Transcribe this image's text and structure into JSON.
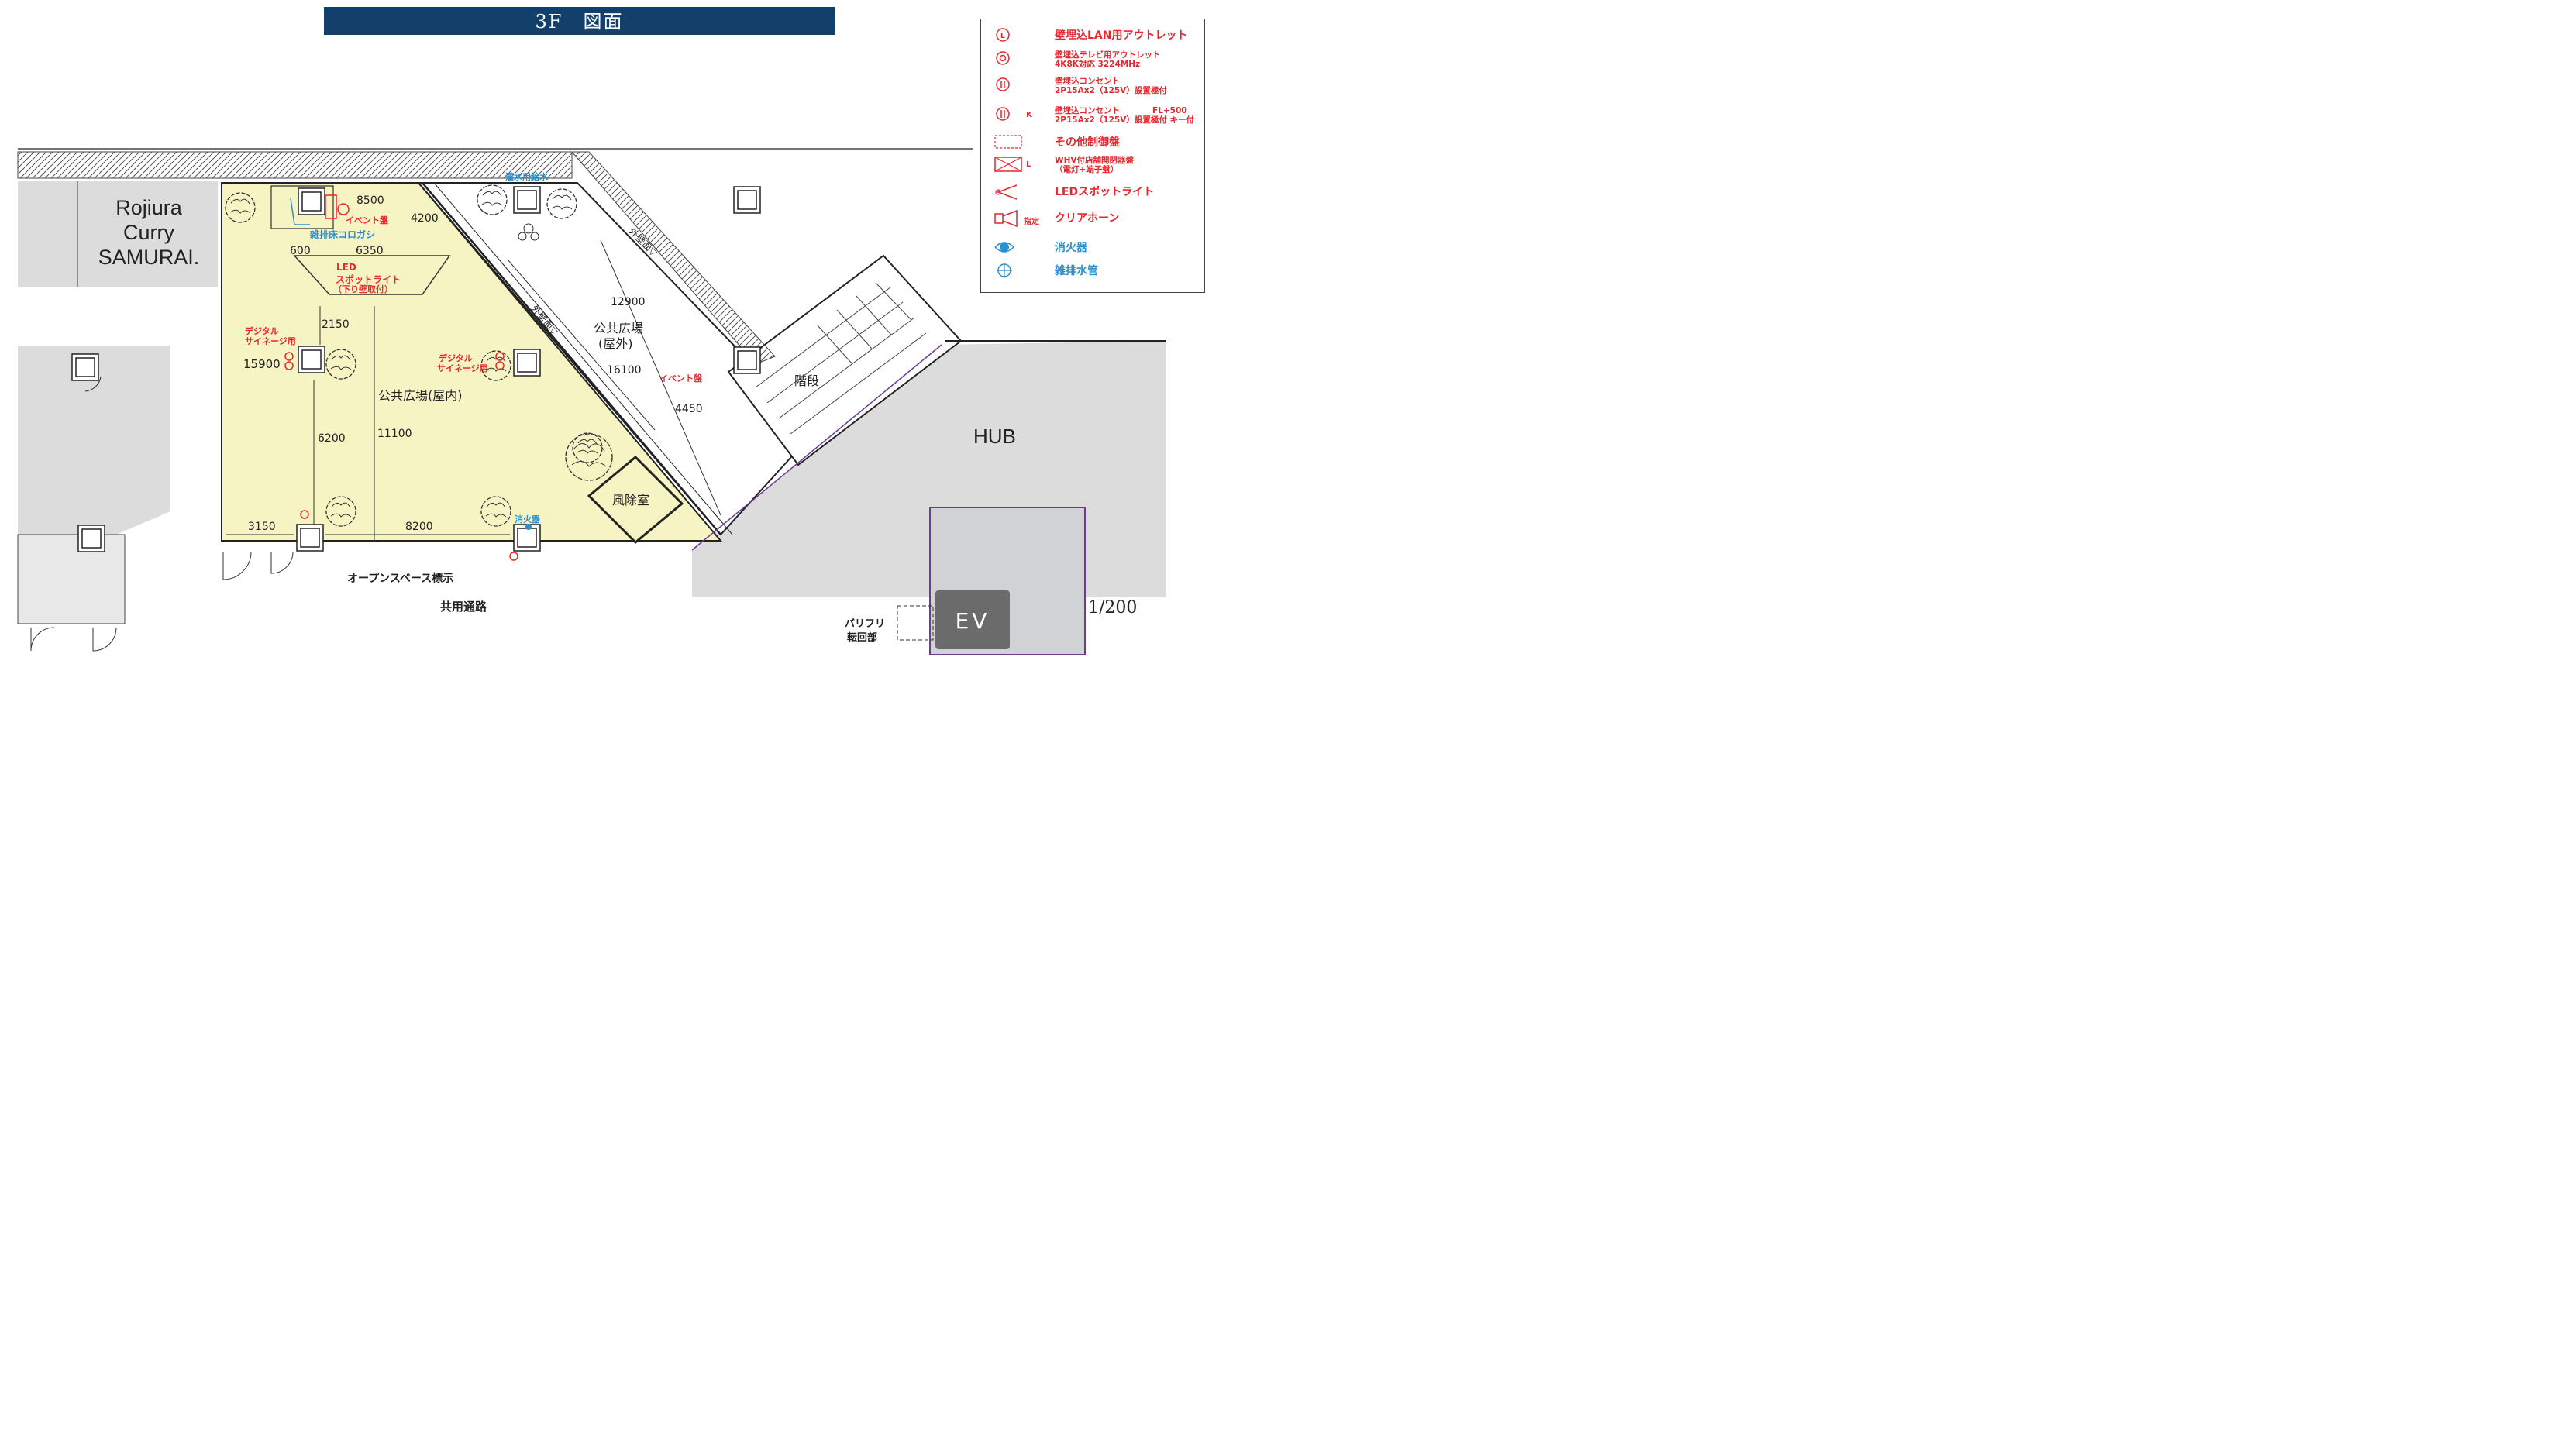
{
  "title": "3F　図面",
  "legend": [
    {
      "icon": "lan-outlet-icon",
      "text": "壁埋込LAN用アウトレット",
      "color": "#e8262d"
    },
    {
      "icon": "tv-outlet-icon",
      "text": "壁埋込テレビ用アウトレット",
      "text2": "4K8K対応 3224MHz",
      "color": "#e8262d"
    },
    {
      "icon": "power-outlet-icon",
      "text": "壁埋込コンセント",
      "text2": "2P15Ax2（125V）設置極付",
      "color": "#e8262d"
    },
    {
      "icon": "power-outlet-key-icon",
      "text": "壁埋込コンセント　　　　FL+500",
      "text2": "2P15Ax2（125V）設置極付 キー付",
      "color": "#e8262d",
      "suffix": "K"
    },
    {
      "icon": "control-panel-icon",
      "text": "その他制御盤",
      "color": "#e8262d"
    },
    {
      "icon": "whv-panel-icon",
      "text": "WHV付店舗開閉器盤",
      "text2": "（電灯+端子盤）",
      "color": "#e8262d",
      "suffix": "L"
    },
    {
      "icon": "led-spotlight-icon",
      "text": "LEDスポットライト",
      "color": "#e8262d"
    },
    {
      "icon": "clear-horn-icon",
      "text": "クリアホーン",
      "color": "#e8262d",
      "suffix": "指定"
    },
    {
      "icon": "fire-extinguisher-icon",
      "text": "消火器",
      "color": "#2a8fcf"
    },
    {
      "icon": "drain-pipe-icon",
      "text": "雑排水管",
      "color": "#2a8fcf"
    }
  ],
  "areas": {
    "shop": "Rojiura\nCurry\nSAMURAI.",
    "indoor_plaza": "公共広場(屋内)",
    "outdoor_plaza": "公共広場",
    "outdoor_plaza_sub": "(屋外)",
    "windbreak": "風除室",
    "stairs": "階段",
    "hub": "HUB",
    "ev": "EV",
    "corridor": "共用通路",
    "barrier_free": "バリフリ",
    "barrier_free_sub": "転回部",
    "open_space_sign": "オープンスペース標示",
    "outer_wall_a": "外壁面▽",
    "outer_wall_b": "外壁面▽"
  },
  "dimensions": {
    "d8500": "8500",
    "d4200": "4200",
    "d600": "600",
    "d6350": "6350",
    "d2150": "2150",
    "d15900": "15900",
    "d6200": "6200",
    "d11100": "11100",
    "d3150": "3150",
    "d8200": "8200",
    "d12900": "12900",
    "d16100": "16100",
    "d4450": "4450"
  },
  "annotations": {
    "event_panel_a": "イベント盤",
    "event_panel_b": "イベント盤",
    "floor_drain": "雑排床コロガシ",
    "led_spot_1": "LED",
    "led_spot_2": "スポットライト",
    "led_spot_3": "（下り壁取付）",
    "signage_a_1": "デジタル",
    "signage_a_2": "サイネージ用",
    "signage_b_1": "デジタル",
    "signage_b_2": "サイネージ用",
    "planter_water": "灌水用給水",
    "extinguisher": "消火器"
  },
  "scale": "1/200",
  "colors": {
    "title_bg": "#13406b",
    "indoor": "#f7f4c4",
    "gray": "#dcdcdc",
    "red": "#e8262d",
    "blue": "#2a8fcf"
  }
}
